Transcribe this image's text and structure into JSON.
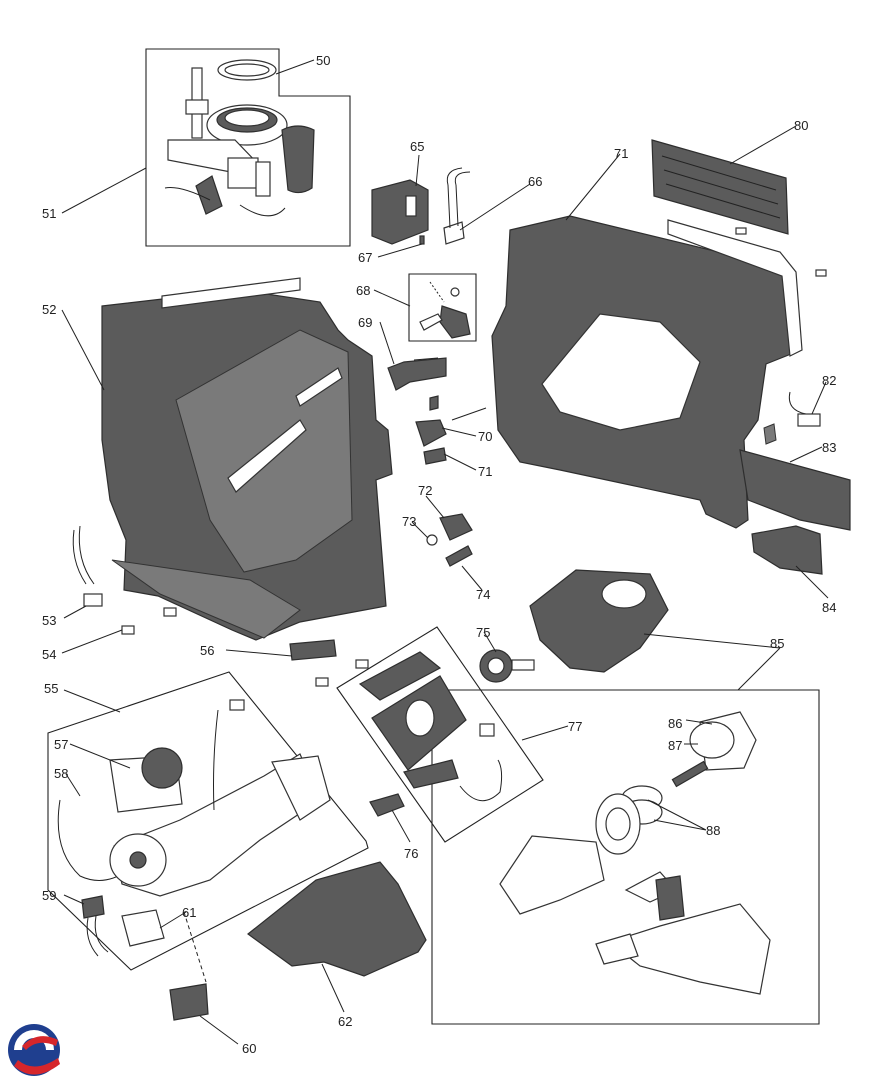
{
  "diagram": {
    "callouts": [
      {
        "id": "50",
        "text": "50"
      },
      {
        "id": "51",
        "text": "51"
      },
      {
        "id": "52",
        "text": "52"
      },
      {
        "id": "53",
        "text": "53"
      },
      {
        "id": "54",
        "text": "54"
      },
      {
        "id": "55",
        "text": "55"
      },
      {
        "id": "56",
        "text": "56"
      },
      {
        "id": "57",
        "text": "57"
      },
      {
        "id": "58",
        "text": "58"
      },
      {
        "id": "59",
        "text": "59"
      },
      {
        "id": "60",
        "text": "60"
      },
      {
        "id": "61",
        "text": "61"
      },
      {
        "id": "62",
        "text": "62"
      },
      {
        "id": "65",
        "text": "65"
      },
      {
        "id": "66",
        "text": "66"
      },
      {
        "id": "67",
        "text": "67"
      },
      {
        "id": "68",
        "text": "68"
      },
      {
        "id": "69",
        "text": "69"
      },
      {
        "id": "70",
        "text": "70"
      },
      {
        "id": "71a",
        "text": "71"
      },
      {
        "id": "71b",
        "text": "71"
      },
      {
        "id": "72",
        "text": "72"
      },
      {
        "id": "73",
        "text": "73"
      },
      {
        "id": "74",
        "text": "74"
      },
      {
        "id": "75",
        "text": "75"
      },
      {
        "id": "76",
        "text": "76"
      },
      {
        "id": "77",
        "text": "77"
      },
      {
        "id": "80",
        "text": "80"
      },
      {
        "id": "82",
        "text": "82"
      },
      {
        "id": "83",
        "text": "83"
      },
      {
        "id": "84",
        "text": "84"
      },
      {
        "id": "85",
        "text": "85"
      },
      {
        "id": "86",
        "text": "86"
      },
      {
        "id": "87",
        "text": "87"
      },
      {
        "id": "88",
        "text": "88"
      }
    ]
  },
  "logo": {
    "name": "brand-logo",
    "colors": [
      "#1f3f8f",
      "#d6262b"
    ]
  }
}
